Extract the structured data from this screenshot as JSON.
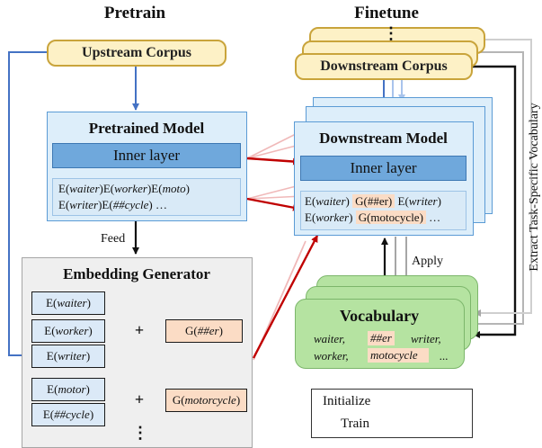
{
  "headings": {
    "pretrain": "Pretrain",
    "finetune": "Finetune"
  },
  "pretrain": {
    "upstream_corpus": "Upstream Corpus",
    "model_title": "Pretrained Model",
    "inner_layer": "Inner layer",
    "emb_line1": {
      "p1": "E(",
      "w1": "waiter",
      "p2": ")E(",
      "w2": "worker",
      "p3": ")E(",
      "w3": "moto",
      "p4": ")"
    },
    "emb_line2": {
      "p1": "E(",
      "w1": "writer",
      "p2": ")E(",
      "w2": "##cycle",
      "p3": ") …"
    },
    "feed_label": "Feed"
  },
  "generator": {
    "title": "Embedding Generator",
    "group1": {
      "inputs": [
        {
          "pre": "E(",
          "word": "waiter",
          "post": ")"
        },
        {
          "pre": "E(",
          "word": "worker",
          "post": ")"
        },
        {
          "pre": "E(",
          "word": "writer",
          "post": ")"
        }
      ],
      "output": {
        "pre": "G(",
        "word": "##er",
        "post": ")"
      }
    },
    "group2": {
      "inputs": [
        {
          "pre": "E(",
          "word": "motor",
          "post": ")"
        },
        {
          "pre": "E(",
          "word": "##cycle",
          "post": ")"
        }
      ],
      "output": {
        "pre": "G(",
        "word": "motorcycle",
        "post": ")"
      }
    },
    "plus_symbol": "+",
    "continuation": "⋮"
  },
  "finetune": {
    "downstream_corpus": "Downstream Corpus",
    "stack_dots": "⋮",
    "model_title": "Downstream Model",
    "inner_layer": "Inner layer",
    "emb_line1": {
      "p1": "E(",
      "w1": "waiter",
      "p2": ") ",
      "hl": "G(##er)",
      "p3": " E(",
      "w3": "writer",
      "p4": ")"
    },
    "emb_line2": {
      "p1": "E(",
      "w1": "worker",
      "p2": ") ",
      "hl": "G(motocycle)",
      "p3": " …"
    },
    "apply_label": "Apply",
    "vocabulary": {
      "title": "Vocabulary",
      "row1": [
        "waiter,",
        "##er",
        "writer,"
      ],
      "row2": [
        "worker,",
        "motocycle",
        "..."
      ]
    },
    "side_label": "Extract Task-Specific Vocabulary"
  },
  "legend": {
    "items": [
      {
        "label": "Initialize",
        "color": "#c00000"
      },
      {
        "label": "Train",
        "color": "#4472c4"
      }
    ]
  },
  "colors": {
    "initialize": "#c00000",
    "train": "#4472c4",
    "corpus_fill": "#fdf1c6",
    "vocab_fill": "#b5e3a1",
    "highlight": "#fbdcc5"
  }
}
